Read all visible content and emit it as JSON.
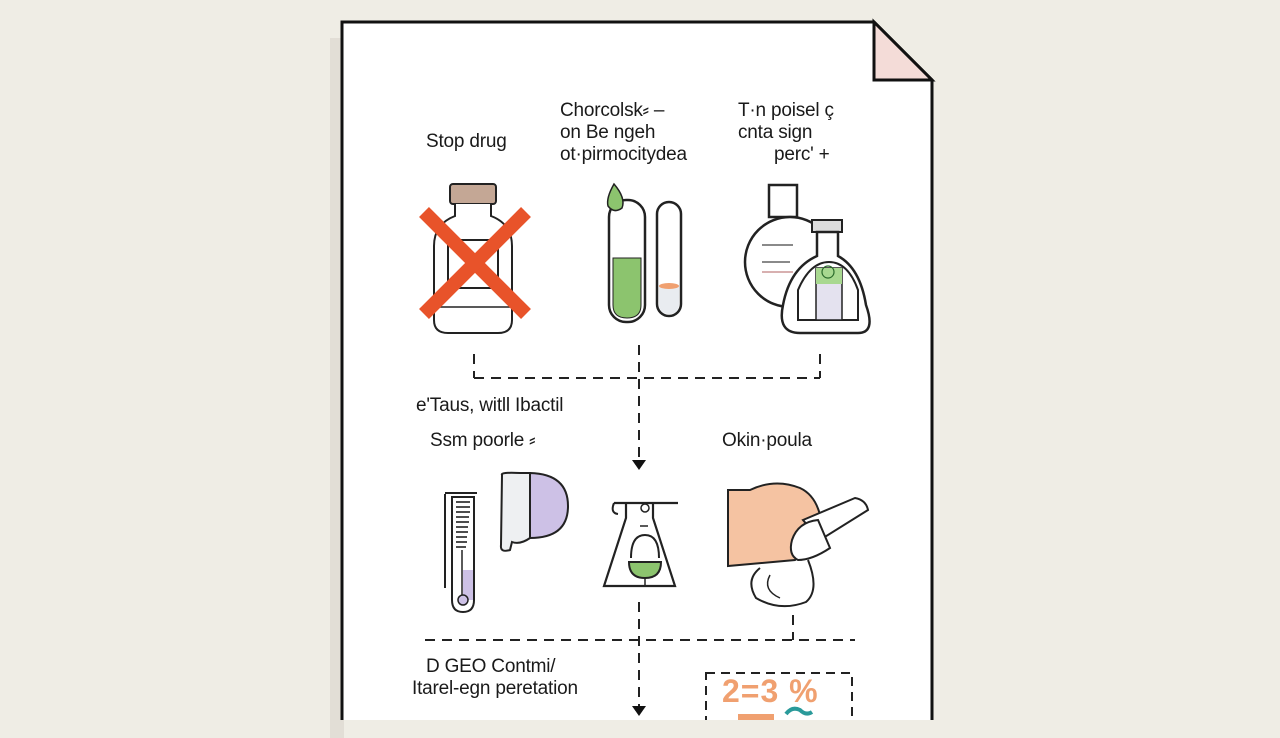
{
  "document": {
    "corner_fold_color": "#f4dcd8",
    "accent_orange": "#e8532a",
    "accent_green": "#8cc46e",
    "accent_purple": "#cdc1e6",
    "accent_skin": "#f5c3a2"
  },
  "steps_row1": [
    {
      "label_lines": [
        "Stop drug"
      ],
      "icon": "crossed-out-medicine-bottle"
    },
    {
      "label_lines": [
        "Chorcolsk⸗ –",
        "on Be ngeh",
        "ot·pirmocitydea"
      ],
      "icon": "test-tubes"
    },
    {
      "label_lines": [
        "T·n poisel ç",
        "cnta sign",
        "perc' +"
      ],
      "icon": "flasks"
    }
  ],
  "mid_label": "e'Taus, witll Ibactil",
  "steps_row2": [
    {
      "label_lines": [
        "Ssm poorle ⸗"
      ],
      "icon": "thermometer-and-vial"
    },
    {
      "label_lines": [],
      "icon": "beaker-with-bowl"
    },
    {
      "label_lines": [
        "Okin·poula"
      ],
      "icon": "hand-with-inhaler"
    }
  ],
  "bottom": {
    "label_lines": [
      "D GEO Contmi/",
      "Itarel-egn peretation"
    ],
    "result_value": "2=3 %"
  }
}
